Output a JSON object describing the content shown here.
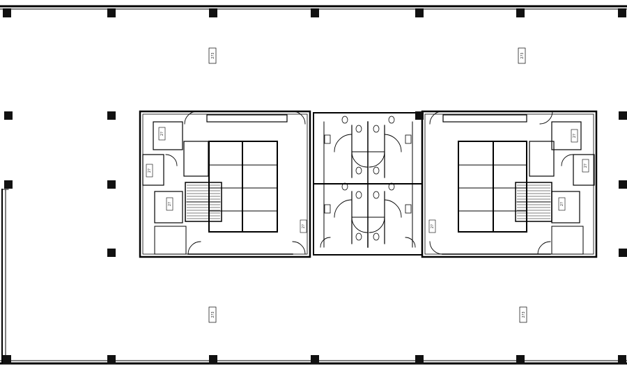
{
  "drawing": {
    "type": "architectural-floor-plan",
    "line_color": "#000000",
    "background": "#ffffff",
    "room_tags": [
      {
        "id": "tag-office-nw",
        "text": "2?3"
      },
      {
        "id": "tag-office-ne",
        "text": "2?3"
      },
      {
        "id": "tag-office-sw",
        "text": "2?3"
      },
      {
        "id": "tag-office-se",
        "text": "2?3"
      },
      {
        "id": "tag-core-l-1",
        "text": "2?"
      },
      {
        "id": "tag-core-l-2",
        "text": "2?"
      },
      {
        "id": "tag-core-l-3",
        "text": "2?"
      },
      {
        "id": "tag-core-l-4",
        "text": "2?"
      },
      {
        "id": "tag-core-r-1",
        "text": "2?"
      },
      {
        "id": "tag-core-r-2",
        "text": "2?"
      },
      {
        "id": "tag-core-r-3",
        "text": "2?"
      },
      {
        "id": "tag-core-r-4",
        "text": "2?"
      }
    ]
  }
}
